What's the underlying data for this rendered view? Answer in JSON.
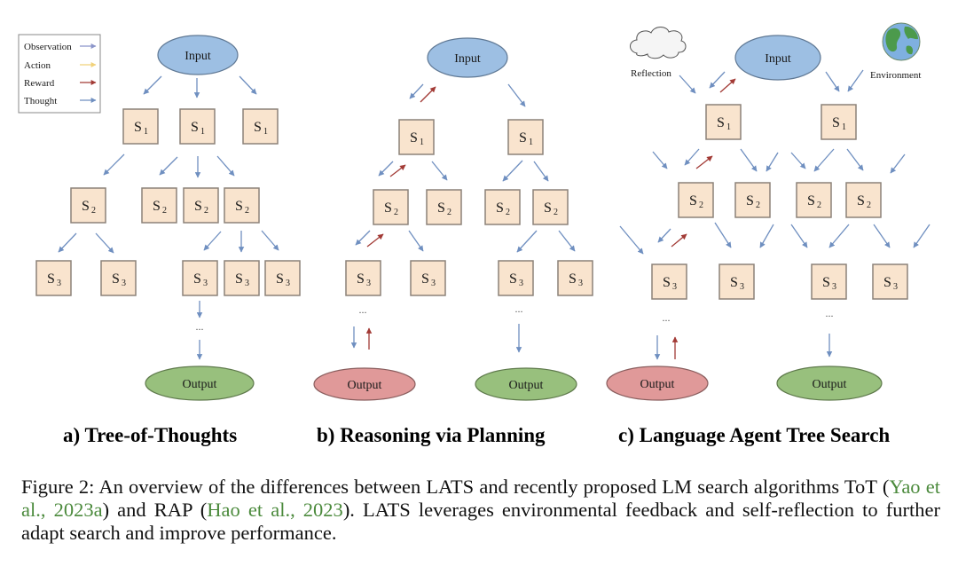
{
  "legend": {
    "items": [
      {
        "label": "Observation",
        "color": "#8b95c9"
      },
      {
        "label": "Action",
        "color": "#f1d27a"
      },
      {
        "label": "Reward",
        "color": "#a23a35"
      },
      {
        "label": "Thought",
        "color": "#6f8fc0"
      }
    ]
  },
  "colors": {
    "arrow_blue": "#6f8fc0",
    "arrow_red": "#a23a35",
    "node_fill": "#f9e4ce",
    "input_fill": "#9dbfe3",
    "output_success": "#98c07d",
    "output_failure": "#e09999"
  },
  "node_labels": {
    "input": "Input",
    "output": "Output",
    "ellipsis": "...",
    "state_letter": "S"
  },
  "panels": [
    {
      "id": "tot",
      "title": "a) Tree-of-Thoughts",
      "levels": [
        [
          1,
          1,
          1
        ],
        [
          2,
          2,
          2,
          2
        ],
        [
          3,
          3,
          3,
          3,
          3
        ]
      ],
      "outputs": [
        "success"
      ]
    },
    {
      "id": "rap",
      "title": "b) Reasoning via Planning",
      "levels": [
        [
          1,
          1
        ],
        [
          2,
          2,
          2,
          2
        ],
        [
          3,
          3,
          3,
          3
        ]
      ],
      "outputs": [
        "failure",
        "success"
      ]
    },
    {
      "id": "lats",
      "title": "c) Language Agent Tree Search",
      "levels": [
        [
          1,
          1
        ],
        [
          2,
          2,
          2,
          2
        ],
        [
          3,
          3,
          3,
          3
        ]
      ],
      "outputs": [
        "failure",
        "success"
      ],
      "extras": {
        "reflection": "Reflection",
        "environment": "Environment"
      }
    }
  ],
  "caption": {
    "prefix": "Figure 2: An overview of the differences between LATS and recently proposed LM search algorithms ToT (",
    "cite1": "Yao et al., 2023a",
    "middle": ") and RAP (",
    "cite2": "Hao et al., 2023",
    "suffix": "). LATS leverages environmental feedback and self-reflection to further adapt search and improve performance."
  }
}
